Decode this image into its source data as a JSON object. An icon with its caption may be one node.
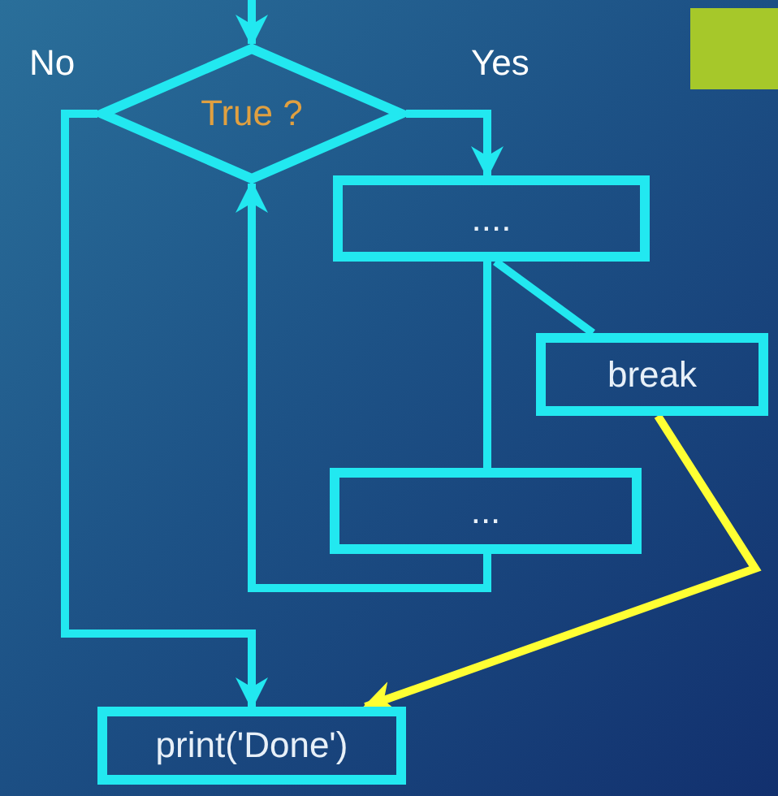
{
  "diagram": {
    "nodes": [
      {
        "text": [
          "True ?"
        ]
      },
      {
        "text": [
          "...."
        ]
      },
      {
        "text": [
          "break"
        ]
      },
      {
        "text": [
          "..."
        ]
      },
      {
        "text": [
          "print('Done')"
        ]
      }
    ],
    "edges": [
      {
        "from": null,
        "to": 0,
        "arrow": "to"
      },
      {
        "from": 0,
        "to": 1,
        "arrow": "to",
        "label": "Yes"
      },
      {
        "from": 0,
        "to": 4,
        "arrow": "to",
        "label": "No"
      },
      {
        "from": 1,
        "to": 2,
        "arrow": "none"
      },
      {
        "from": 1,
        "to": 3,
        "arrow": "none"
      },
      {
        "from": 3,
        "to": 0,
        "arrow": "to"
      },
      {
        "from": 2,
        "to": 4,
        "arrow": "to",
        "color": "#ffff33"
      }
    ]
  }
}
